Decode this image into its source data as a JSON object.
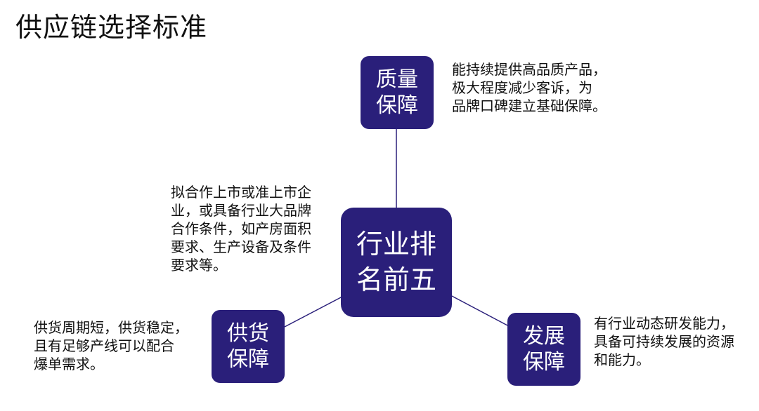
{
  "title": "供应链选择标准",
  "center": {
    "label": "行业排\n名前五",
    "description": "拟合作上市或准上市企\n业，或具备行业大品牌\n合作条件，如产房面积\n要求、生产设备及条件\n要求等。"
  },
  "nodes": {
    "quality": {
      "label": "质量\n保障",
      "description": "能持续提供高品质产品，\n极大程度减少客诉，为\n品牌口碑建立基础保障。"
    },
    "supply": {
      "label": "供货\n保障",
      "description": "供货周期短，供货稳定，\n且有足够产线可以配合\n爆单需求。"
    },
    "develop": {
      "label": "发展\n保障",
      "description": "有行业动态研发能力，\n具备可持续发展的资源\n和能力。"
    }
  },
  "colors": {
    "node_fill": "#2a1f7a",
    "node_text": "#ffffff",
    "connector": "#2a1f7a",
    "text": "#111111"
  }
}
